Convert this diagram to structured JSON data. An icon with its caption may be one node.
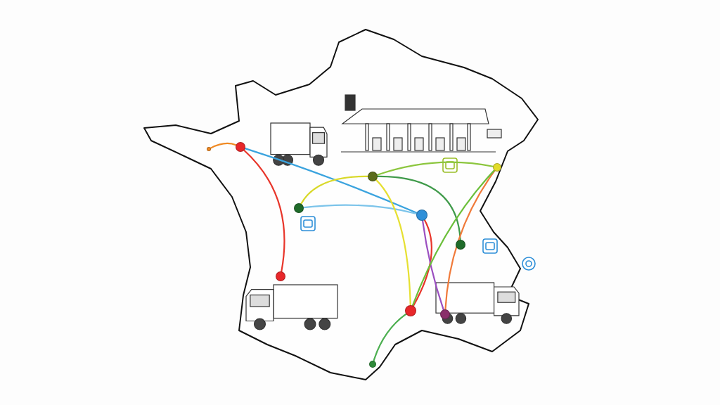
{
  "diagram": {
    "nodes": [
      {
        "text": [],
        "shape": "circle"
      },
      {
        "text": [],
        "shape": "circle"
      },
      {
        "text": [],
        "shape": "circle"
      },
      {
        "text": [],
        "shape": "circle"
      },
      {
        "text": [],
        "shape": "circle"
      },
      {
        "text": [],
        "shape": "circle"
      },
      {
        "text": [],
        "shape": "circle"
      },
      {
        "text": [],
        "shape": "circle"
      },
      {
        "text": [],
        "shape": "circle"
      },
      {
        "text": [],
        "shape": "circle"
      },
      {
        "text": [],
        "shape": "circle"
      }
    ],
    "edges": [
      {
        "from": 10,
        "to": 0,
        "arrow": "none",
        "color": "#f08a24"
      },
      {
        "from": 0,
        "to": 2,
        "arrow": "none",
        "color": "#e8352a"
      },
      {
        "from": 0,
        "to": 4,
        "arrow": "none",
        "color": "#3aa3de"
      },
      {
        "from": 1,
        "to": 3,
        "arrow": "none",
        "color": "#d9d92a"
      },
      {
        "from": 1,
        "to": 4,
        "arrow": "none",
        "color": "#7cc4ea"
      },
      {
        "from": 3,
        "to": 6,
        "arrow": "none",
        "color": "#8cc63e"
      },
      {
        "from": 3,
        "to": 5,
        "arrow": "none",
        "color": "#3f9a4a"
      },
      {
        "from": 4,
        "to": 7,
        "arrow": "none",
        "color": "#e8352a"
      },
      {
        "from": 4,
        "to": 8,
        "arrow": "none",
        "color": "#9b4fc0"
      },
      {
        "from": 6,
        "to": 8,
        "arrow": "none",
        "color": "#f07a3a"
      },
      {
        "from": 6,
        "to": 7,
        "arrow": "none",
        "color": "#6bbf3a"
      },
      {
        "from": 7,
        "to": 9,
        "arrow": "none",
        "color": "#4caf50"
      },
      {
        "from": 3,
        "to": 7,
        "arrow": "none",
        "color": "#e6e032"
      }
    ]
  }
}
